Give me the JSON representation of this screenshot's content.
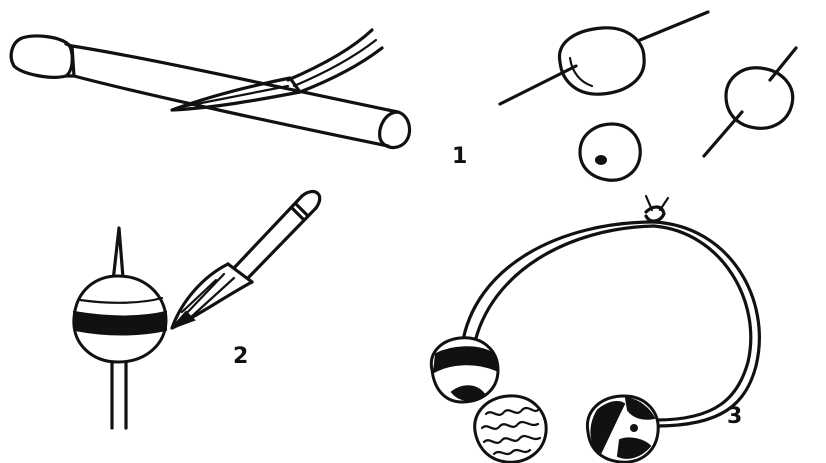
{
  "steps": [
    {
      "number": "1",
      "icon": "bead-rolling-icon"
    },
    {
      "number": "2",
      "icon": "bead-painting-icon"
    },
    {
      "number": "3",
      "icon": "bead-bracelet-icon"
    }
  ],
  "ink_color": "#111111",
  "background_color": "#ffffff"
}
